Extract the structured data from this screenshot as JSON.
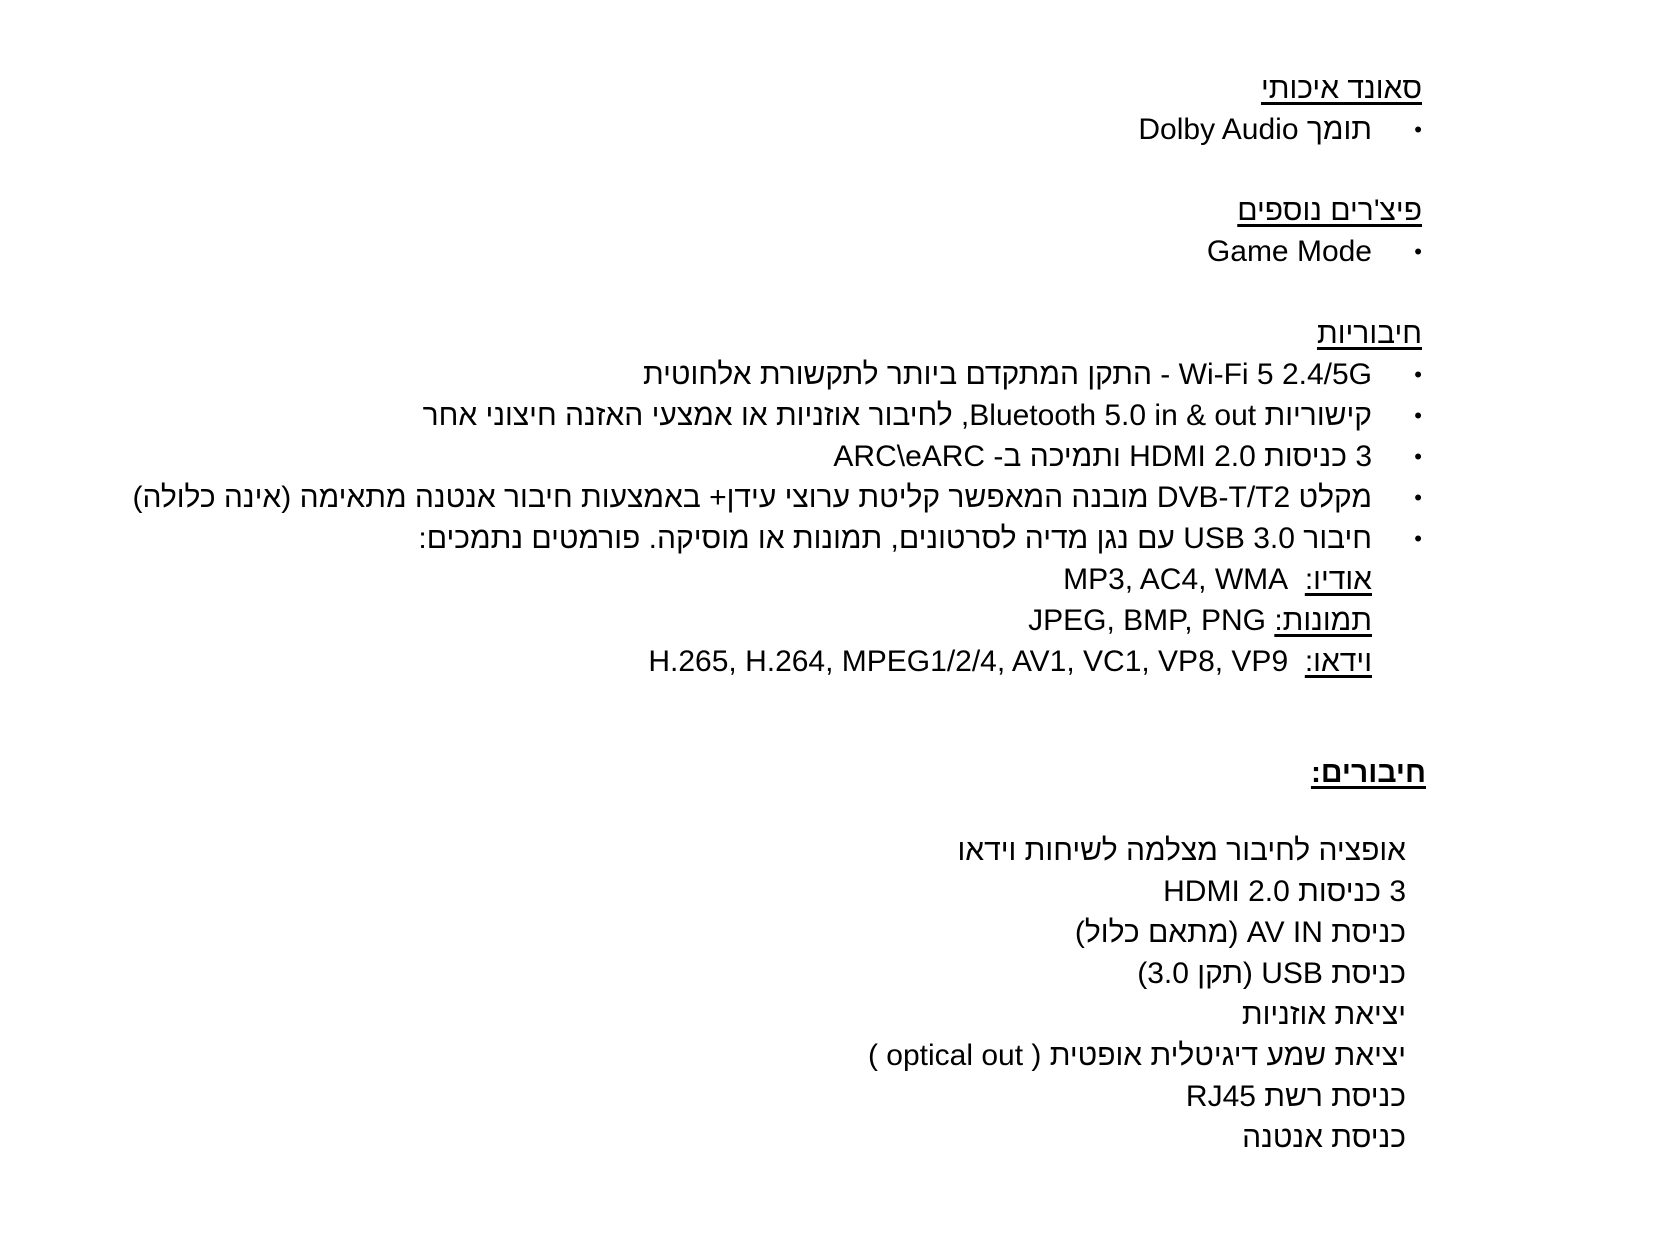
{
  "sound": {
    "heading": "סאונד איכותי",
    "items": [
      "תומך Dolby Audio"
    ]
  },
  "features": {
    "heading": "פיצ'רים נוספים",
    "items": [
      "Game Mode"
    ]
  },
  "connectivity": {
    "heading": "חיבוריות",
    "items": [
      "Wi-Fi 5 2.4/5G - התקן המתקדם ביותר לתקשורת אלחוטית",
      "קישוריות Bluetooth 5.0 in & out, לחיבור אוזניות או אמצעי האזנה חיצוני אחר",
      "3 כניסות HDMI 2.0 ותמיכה ב- ARC\\eARC",
      "מקלט DVB-T/T2 מובנה המאפשר קליטת ערוצי עידן+ באמצעות חיבור אנטנה מתאימה (אינה כלולה)",
      "חיבור USB 3.0 עם נגן מדיה לסרטונים, תמונות או מוסיקה. פורמטים נתמכים:"
    ],
    "formats": [
      {
        "label": "אודיו:",
        "value": "MP3, AC4, WMA"
      },
      {
        "label": "תמונות:",
        "value": "JPEG, BMP, PNG"
      },
      {
        "label": "וידאו:",
        "value": "H.265, H.264, MPEG1/2/4, AV1, VC1, VP8, VP9"
      }
    ]
  },
  "ports": {
    "heading": "חיבורים:",
    "items": [
      "אופציה לחיבור מצלמה לשיחות וידאו",
      "3 כניסות HDMI 2.0",
      "כניסת AV IN (מתאם כלול)",
      "כניסת USB (תקן 3.0)",
      "יציאת אוזניות",
      "יציאת שמע דיגיטלית אופטית ( optical out )",
      "כניסת רשת RJ45",
      "כניסת אנטנה"
    ]
  }
}
